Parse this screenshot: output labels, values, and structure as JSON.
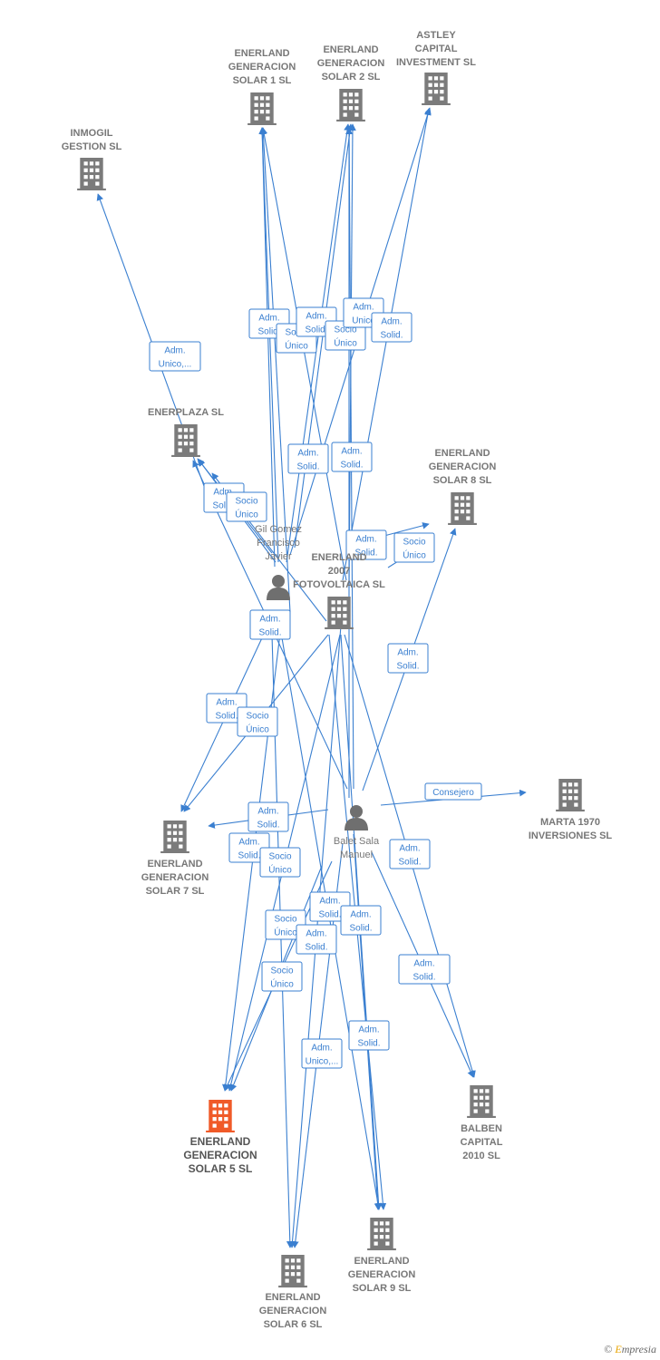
{
  "colors": {
    "edge": "#3a7fd0",
    "company": "#7b7b7b",
    "focus": "#f05a28",
    "person": "#6f6f6f"
  },
  "nodes": [
    {
      "id": "n_solar1",
      "type": "company",
      "label": [
        "ENERLAND",
        "GENERACION",
        "SOLAR 1  SL"
      ]
    },
    {
      "id": "n_solar2",
      "type": "company",
      "label": [
        "ENERLAND",
        "GENERACION",
        "SOLAR 2  SL"
      ]
    },
    {
      "id": "n_astley",
      "type": "company",
      "label": [
        "ASTLEY",
        "CAPITAL",
        "INVESTMENT SL"
      ]
    },
    {
      "id": "n_inmogil",
      "type": "company",
      "label": [
        "INMOGIL",
        "GESTION SL"
      ]
    },
    {
      "id": "n_enerplaza",
      "type": "company",
      "label": [
        "ENERPLAZA SL"
      ]
    },
    {
      "id": "n_solar8",
      "type": "company",
      "label": [
        "ENERLAND",
        "GENERACION",
        "SOLAR 8  SL"
      ]
    },
    {
      "id": "n_gil",
      "type": "person",
      "label": [
        "Gil Gomez",
        "Francisco",
        "Javier"
      ]
    },
    {
      "id": "n_fotov",
      "type": "company",
      "label": [
        "ENERLAND",
        "2007",
        "FOTOVOLTAICA SL"
      ]
    },
    {
      "id": "n_marta",
      "type": "company",
      "label": [
        "MARTA 1970",
        "INVERSIONES SL"
      ]
    },
    {
      "id": "n_solar7",
      "type": "company",
      "label": [
        "ENERLAND",
        "GENERACION",
        "SOLAR 7  SL"
      ]
    },
    {
      "id": "n_balet",
      "type": "person",
      "label": [
        "Balet Sala",
        "Manuel"
      ]
    },
    {
      "id": "n_solar5",
      "type": "focus",
      "label": [
        "ENERLAND",
        "GENERACION",
        "SOLAR 5  SL"
      ]
    },
    {
      "id": "n_balben",
      "type": "company",
      "label": [
        "BALBEN",
        "CAPITAL",
        "2010 SL"
      ]
    },
    {
      "id": "n_solar9",
      "type": "company",
      "label": [
        "ENERLAND",
        "GENERACION",
        "SOLAR 9  SL"
      ]
    },
    {
      "id": "n_solar6",
      "type": "company",
      "label": [
        "ENERLAND",
        "GENERACION",
        "SOLAR 6  SL"
      ]
    }
  ],
  "edge_labels": [
    [
      "Adm.",
      "Solid."
    ],
    [
      "Socio",
      "Único"
    ],
    [
      "Adm.",
      "Solid."
    ],
    [
      "Socio",
      "Único"
    ],
    [
      "Adm.",
      "Unico"
    ],
    [
      "Adm.",
      "Solid."
    ],
    [
      "Adm.",
      "Unico,..."
    ],
    [
      "Adm.",
      "Solid."
    ],
    [
      "Adm.",
      "Solid."
    ],
    [
      "Adm.",
      "Solid."
    ],
    [
      "Socio",
      "Único"
    ],
    [
      "Adm.",
      "Solid."
    ],
    [
      "Socio",
      "Único"
    ],
    [
      "Adm.",
      "Solid."
    ],
    [
      "Adm.",
      "Solid."
    ],
    [
      "Adm.",
      "Solid."
    ],
    [
      "Socio",
      "Único"
    ],
    [
      "Consejero"
    ],
    [
      "Adm.",
      "Solid."
    ],
    [
      "Adm.",
      "Solid."
    ],
    [
      "Socio",
      "Único"
    ],
    [
      "Adm.",
      "Solid."
    ],
    [
      "Adm.",
      "Solid."
    ],
    [
      "Adm.",
      "Solid."
    ],
    [
      "Socio",
      "Único"
    ],
    [
      "Adm.",
      "Solid."
    ],
    [
      "Socio",
      "Único"
    ],
    [
      "Adm.",
      "Solid."
    ],
    [
      "Adm.",
      "Unico,..."
    ],
    [
      "Adm.",
      "Solid."
    ],
    [
      "Adm.",
      "Solid."
    ]
  ],
  "footer": {
    "copyright": "©",
    "brand_initial": "E",
    "brand_rest": "mpresia"
  }
}
